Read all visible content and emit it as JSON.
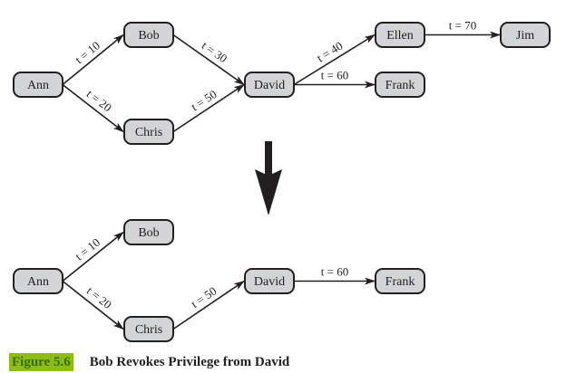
{
  "diagrams": [
    {
      "name": "before",
      "nodes": [
        {
          "id": "ann",
          "label": "Ann"
        },
        {
          "id": "bob",
          "label": "Bob"
        },
        {
          "id": "chris",
          "label": "Chris"
        },
        {
          "id": "david",
          "label": "David"
        },
        {
          "id": "ellen",
          "label": "Ellen"
        },
        {
          "id": "frank",
          "label": "Frank"
        },
        {
          "id": "jim",
          "label": "Jim"
        }
      ],
      "edges": [
        {
          "from": "ann",
          "to": "bob",
          "label": "t = 10"
        },
        {
          "from": "ann",
          "to": "chris",
          "label": "t = 20"
        },
        {
          "from": "bob",
          "to": "david",
          "label": "t = 30"
        },
        {
          "from": "chris",
          "to": "david",
          "label": "t = 50"
        },
        {
          "from": "david",
          "to": "ellen",
          "label": "t = 40"
        },
        {
          "from": "david",
          "to": "frank",
          "label": "t = 60"
        },
        {
          "from": "ellen",
          "to": "jim",
          "label": "t = 70"
        }
      ]
    },
    {
      "name": "after",
      "nodes": [
        {
          "id": "ann",
          "label": "Ann"
        },
        {
          "id": "bob",
          "label": "Bob"
        },
        {
          "id": "chris",
          "label": "Chris"
        },
        {
          "id": "david",
          "label": "David"
        },
        {
          "id": "frank",
          "label": "Frank"
        }
      ],
      "edges": [
        {
          "from": "ann",
          "to": "bob",
          "label": "t = 10"
        },
        {
          "from": "ann",
          "to": "chris",
          "label": "t = 20"
        },
        {
          "from": "chris",
          "to": "david",
          "label": "t = 50"
        },
        {
          "from": "david",
          "to": "frank",
          "label": "t = 60"
        }
      ]
    }
  ],
  "transition_icon": "down-arrow-icon",
  "caption": {
    "number": "Figure 5.6",
    "title": "Bob Revokes Privilege from David",
    "highlight_color": "#8dbd14"
  }
}
